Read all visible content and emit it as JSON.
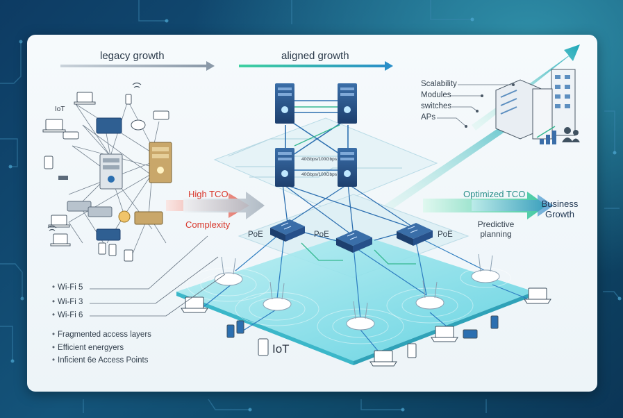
{
  "headers": {
    "legacy": "legacy growth",
    "aligned": "aligned growth"
  },
  "left_labels": {
    "iot": "IoT",
    "high_tco": "High TCO",
    "complexity": "Complexity"
  },
  "wifi_list": [
    "Wi-Fi 5",
    "Wi-Fi 3",
    "Wi-Fi 6"
  ],
  "issues_list": [
    "Fragmented access layers",
    "Efficient energyers",
    "Inficient 6e Access Points"
  ],
  "core": {
    "link_label_1": "40Gbps/100Gbps",
    "link_label_2": "40Gbps/100Gbps"
  },
  "poe_labels": [
    "PoE",
    "PoE",
    "PoE"
  ],
  "iot_bottom": "IoT",
  "right_list": [
    "Scalability",
    "Modules",
    "switches",
    "APs"
  ],
  "outcomes": {
    "optimized_tco": "Optimized TCO",
    "business_growth": "Business Growth",
    "predictive_planning": "Predictive planning"
  },
  "colors": {
    "legacy_arrow": "#8a99a8",
    "aligned_arrow": "#2aa8c8",
    "red_arrow": "#e04a3a",
    "green_arrow": "#36c9a0",
    "platform": "#58d3e0"
  }
}
